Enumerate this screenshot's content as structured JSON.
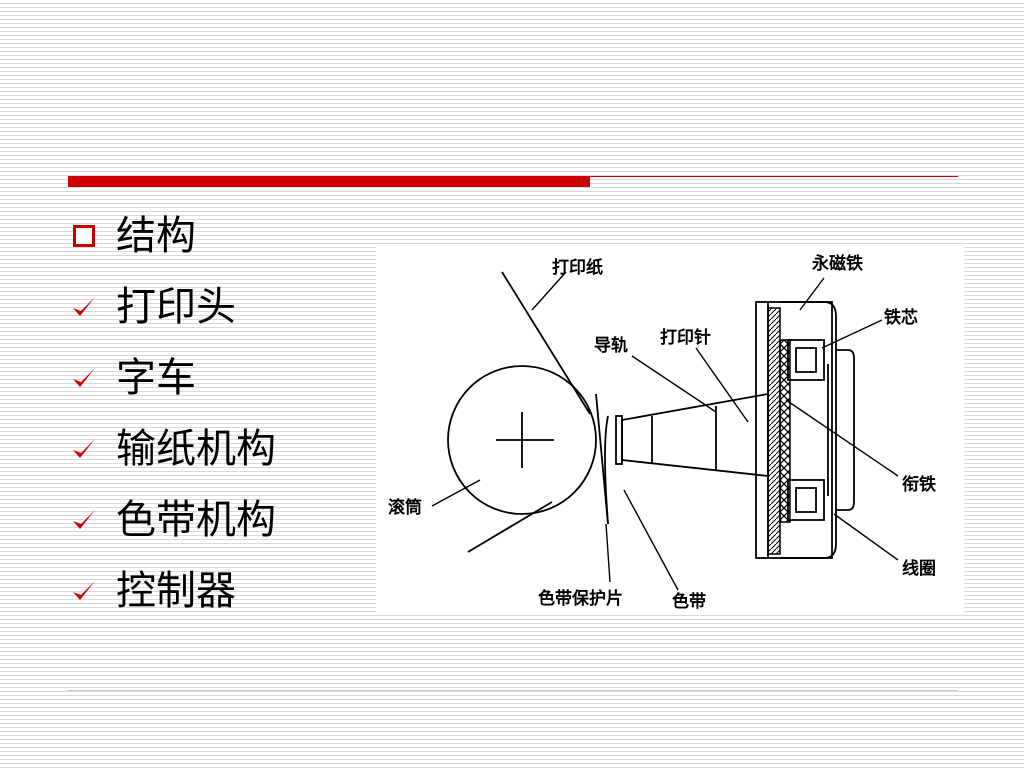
{
  "bullets": [
    {
      "marker": "square-icon",
      "text": "结构"
    },
    {
      "marker": "check-icon",
      "text": "打印头"
    },
    {
      "marker": "check-icon",
      "text": "字车"
    },
    {
      "marker": "check-icon",
      "text": "输纸机构"
    },
    {
      "marker": "check-icon",
      "text": "色带机构"
    },
    {
      "marker": "check-icon",
      "text": "控制器"
    }
  ],
  "diagram": {
    "labels": {
      "paper": "打印纸",
      "magnet": "永磁铁",
      "core": "铁芯",
      "guide": "导轨",
      "pin": "打印针",
      "armature": "衔铁",
      "roller": "滚筒",
      "coil": "线圈",
      "ribbon_guard": "色带保护片",
      "ribbon": "色带"
    }
  },
  "colors": {
    "accent": "#cc0000",
    "stripe": "#d9d9d9"
  }
}
